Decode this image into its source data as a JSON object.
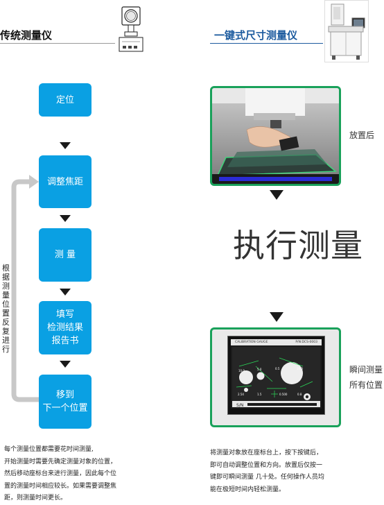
{
  "left": {
    "title": "传统测量仪",
    "steps": [
      "定位",
      "调整焦距",
      "测 量",
      "填写\n检测结果\n报告书",
      "移到\n下一个位置"
    ],
    "loop_label": "根据测量位置反复进行",
    "description": [
      "每个测量位置都需要花时间测量,",
      "开始测量时需要先确定测量对象的位置，",
      "然后移动座标台来进行测量，因此每个位",
      "置的测量时间相应较长。如果需要调整焦",
      "距，则测量时间更长。"
    ]
  },
  "right": {
    "title": "一键式尺寸测量仪",
    "after_place_label": "放置后",
    "execute_label": "执行测量",
    "instant_label": [
      "瞬间测量",
      "所有位置"
    ],
    "screen": {
      "header_left": "CALIBRATION GAUGE",
      "header_right": "P/N:DCS-0003",
      "labels": [
        "10.0",
        "5.0",
        "0.5",
        "16.0",
        "2.54",
        "1.5",
        "0.500",
        "0.8"
      ],
      "footer": "S/N"
    },
    "description": [
      "将测量对象放在座标台上，按下按键后，",
      "即可自动调整位置和方向。放置后仅按一",
      "键即可瞬间测量 几十处。任何操作人员均",
      "能在极短时间内轻松测量。"
    ]
  },
  "colors": {
    "step_fill": "#0aa0e3",
    "loop_arrow": "#c8c8c8",
    "photo_border": "#19a15a",
    "right_title": "#1b5a9e"
  }
}
